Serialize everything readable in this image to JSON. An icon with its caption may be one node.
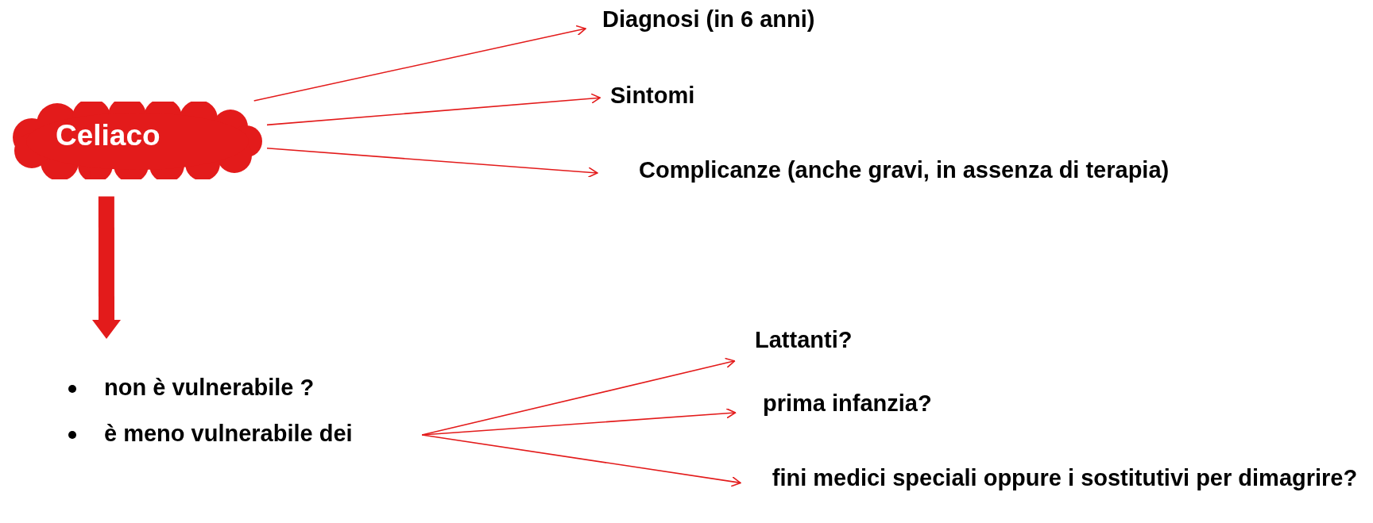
{
  "diagram": {
    "nodes": [
      {
        "text": [
          "Celiaco"
        ]
      },
      {
        "text": [
          "Diagnosi (in 6 anni)"
        ]
      },
      {
        "text": [
          "Sintomi"
        ]
      },
      {
        "text": [
          "Complicanze (anche gravi, in assenza di terapia)"
        ]
      },
      {
        "text": [
          "non è vulnerabile ?",
          "è meno vulnerabile dei"
        ]
      },
      {
        "text": [
          "Lattanti?"
        ]
      },
      {
        "text": [
          "prima infanzia?"
        ]
      },
      {
        "text": [
          "fini medici speciali  oppure i sostitutivi per dimagrire?"
        ]
      }
    ],
    "edges": [
      {
        "from": 0,
        "to": 1,
        "arrow": "to"
      },
      {
        "from": 0,
        "to": 2,
        "arrow": "to"
      },
      {
        "from": 0,
        "to": 3,
        "arrow": "to"
      },
      {
        "from": 0,
        "to": 4,
        "arrow": "to",
        "style": "thick"
      },
      {
        "from": 4,
        "to": 5,
        "arrow": "to"
      },
      {
        "from": 4,
        "to": 6,
        "arrow": "to"
      },
      {
        "from": 4,
        "to": 7,
        "arrow": "to"
      }
    ]
  }
}
